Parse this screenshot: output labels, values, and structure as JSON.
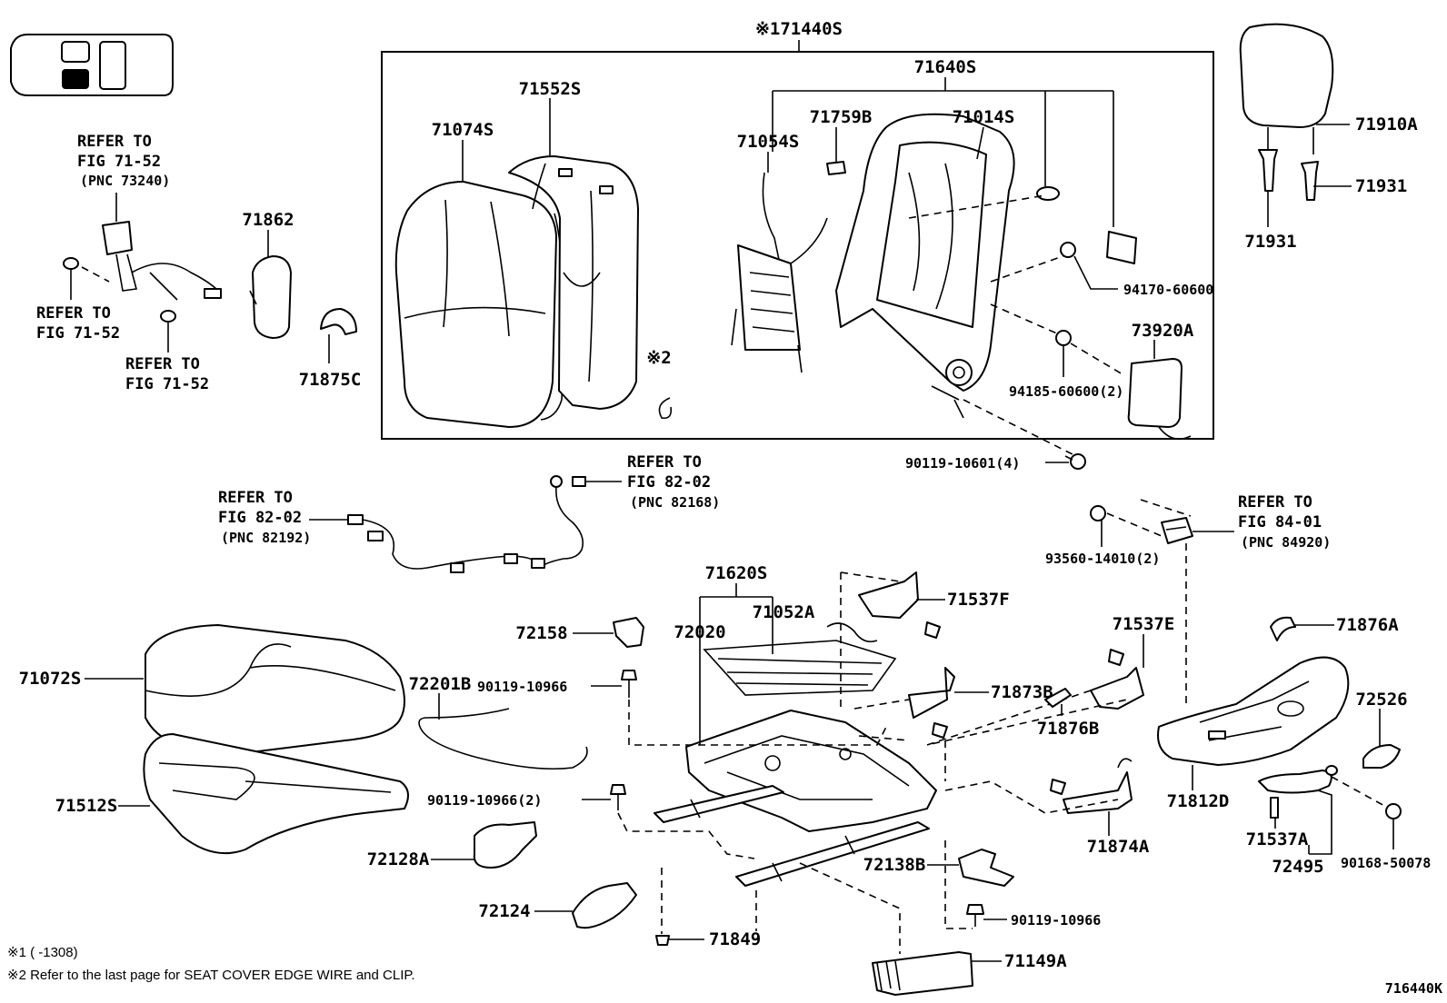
{
  "diagram": {
    "assembly_label": "※171440S",
    "figure_code": "716440K",
    "parts": {
      "p71640S": "71640S",
      "p71552S": "71552S",
      "p71074S": "71074S",
      "p71759B": "71759B",
      "p71014S": "71014S",
      "p71054S": "71054S",
      "p71862": "71862",
      "p71875C": "71875C",
      "p71910A": "71910A",
      "p71931a": "71931",
      "p71931b": "71931",
      "p94170": "94170-60600",
      "p73920A": "73920A",
      "p94185": "94185-60600(2)",
      "p90119_10601": "90119-10601(4)",
      "p71620S": "71620S",
      "p72020": "72020",
      "p71052A": "71052A",
      "p72158": "72158",
      "p71537F": "71537F",
      "p71537E": "71537E",
      "p71876A": "71876A",
      "p90119_10966a": "90119-10966",
      "p72201B": "72201B",
      "p71072S": "71072S",
      "p71873B": "71873B",
      "p71876B": "71876B",
      "p72526": "72526",
      "p71512S": "71512S",
      "p90119_10966b": "90119-10966(2)",
      "p71812D": "71812D",
      "p71874A": "71874A",
      "p71537A": "71537A",
      "p72128A": "72128A",
      "p72138B": "72138B",
      "p90168": "90168-50078",
      "p72495": "72495",
      "p72124": "72124",
      "p90119_10966c": "90119-10966",
      "p71849": "71849",
      "p71149A": "71149A",
      "p93560": "93560-14010(2)"
    },
    "refs": {
      "r1": {
        "l1": "REFER TO",
        "l2": "FIG 71-52",
        "l3": "(PNC 73240)"
      },
      "r2": {
        "l1": "REFER TO",
        "l2": "FIG 71-52"
      },
      "r3": {
        "l1": "REFER TO",
        "l2": "FIG 71-52"
      },
      "r4": {
        "l1": "REFER TO",
        "l2": "FIG 82-02",
        "l3": "(PNC 82168)"
      },
      "r5": {
        "l1": "REFER TO",
        "l2": "FIG 82-02",
        "l3": "(PNC 82192)"
      },
      "r6": {
        "l1": "REFER TO",
        "l2": "FIG 84-01",
        "l3": "(PNC 84920)"
      }
    },
    "callouts": {
      "c2": "※2"
    },
    "notes": {
      "n1": "※1 (      -1308)",
      "n2": "※2  Refer to the last page for SEAT COVER EDGE WIRE and CLIP."
    }
  }
}
